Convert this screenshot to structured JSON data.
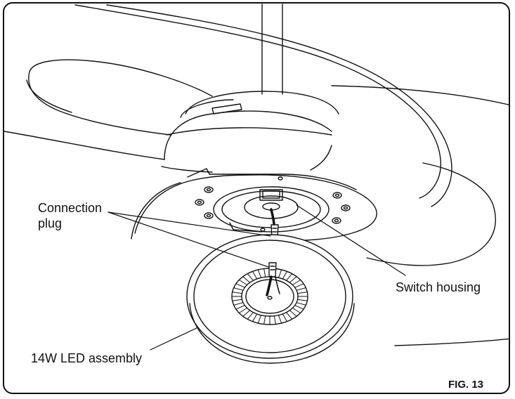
{
  "labels": {
    "connection_plug_line1": "Connection",
    "connection_plug_line2": "plug",
    "switch_housing": "Switch housing",
    "led_assembly": "14W LED assembly"
  },
  "figure_label": "FIG. 13"
}
